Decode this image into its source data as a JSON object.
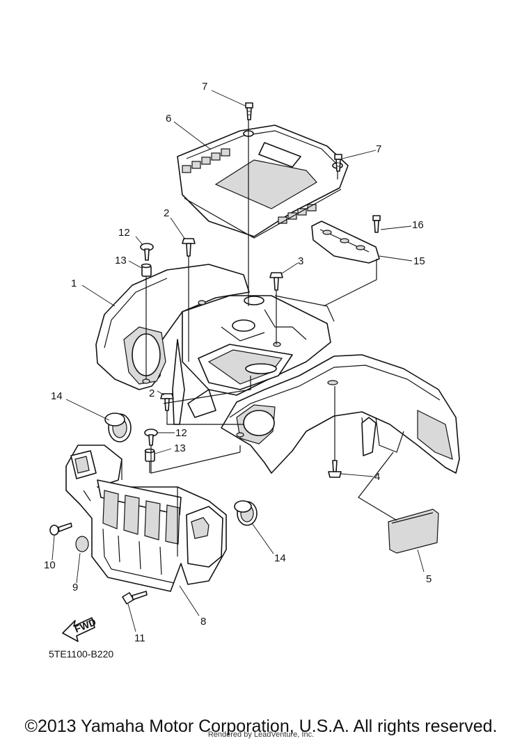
{
  "callouts": {
    "c1": "1",
    "c2a": "2",
    "c2b": "2",
    "c3": "3",
    "c4": "4",
    "c5": "5",
    "c6": "6",
    "c7a": "7",
    "c7b": "7",
    "c8": "8",
    "c9": "9",
    "c10": "10",
    "c11": "11",
    "c12a": "12",
    "c12b": "12",
    "c13a": "13",
    "c13b": "13",
    "c14a": "14",
    "c14b": "14",
    "c15": "15",
    "c16": "16"
  },
  "fwd_label": "FWD",
  "diagram_code": "5TE1100-B220",
  "footer": {
    "copyright": "©2013 Yamaha Motor Corporation, U.S.A. All rights reserved.",
    "rendered_by": "Rendered by LeadVenture, Inc."
  }
}
